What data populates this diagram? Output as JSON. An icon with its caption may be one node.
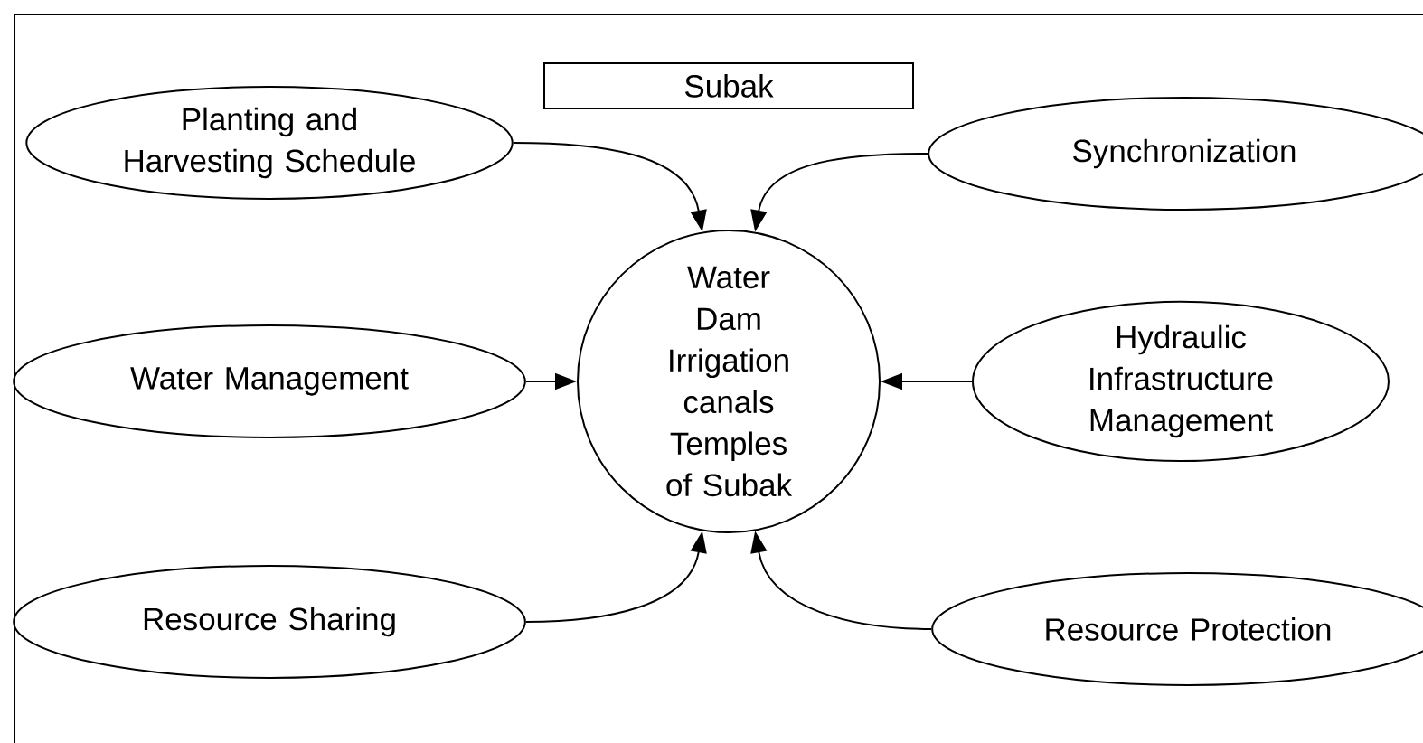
{
  "diagram": {
    "nodes": [
      {
        "text": [
          "Subak"
        ]
      },
      {
        "text": [
          "Planting and Harvesting Schedule"
        ]
      },
      {
        "text": [
          "Synchronization"
        ]
      },
      {
        "text": [
          "Water Management"
        ]
      },
      {
        "text": [
          "Water",
          "Dam",
          "Irrigation canals",
          "Temples of Subak"
        ]
      },
      {
        "text": [
          "Hydraulic Infrastructure Management"
        ]
      },
      {
        "text": [
          "Resource Sharing"
        ]
      },
      {
        "text": [
          "Resource Protection"
        ]
      }
    ],
    "edges": [
      {
        "from": 1,
        "to": 4,
        "arrow": "to"
      },
      {
        "from": 2,
        "to": 4,
        "arrow": "to"
      },
      {
        "from": 3,
        "to": 4,
        "arrow": "to"
      },
      {
        "from": 5,
        "to": 4,
        "arrow": "to"
      },
      {
        "from": 6,
        "to": 4,
        "arrow": "to"
      },
      {
        "from": 7,
        "to": 4,
        "arrow": "to"
      }
    ]
  }
}
